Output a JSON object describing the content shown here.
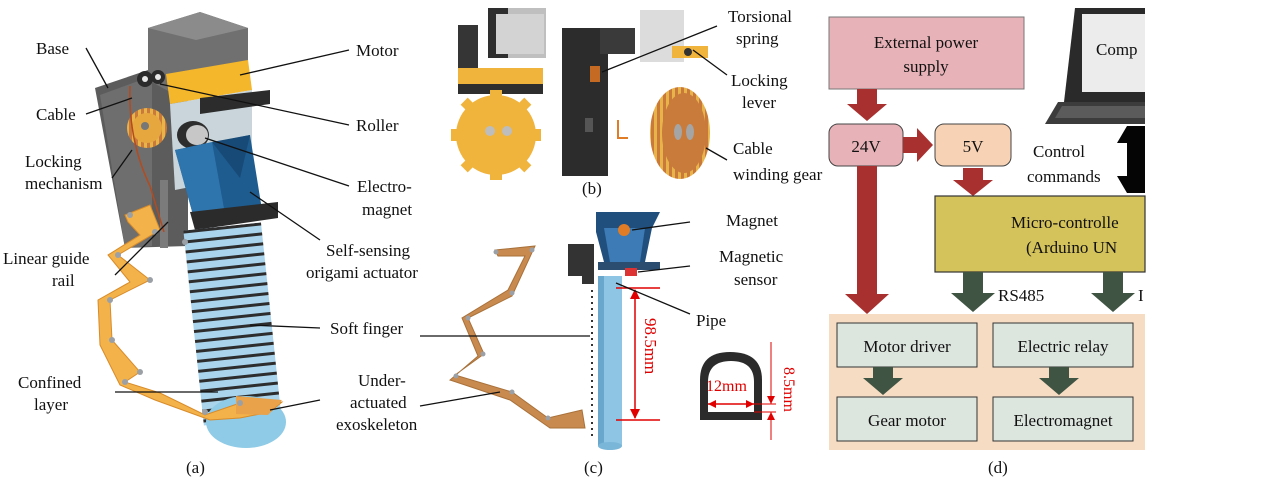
{
  "panel_a": {
    "caption": "(a)",
    "labels": {
      "base": "Base",
      "cable": "Cable",
      "locking_1": "Locking",
      "locking_2": "mechanism",
      "guide_1": "Linear guide",
      "guide_2": "rail",
      "confined_1": "Confined",
      "confined_2": "layer",
      "motor": "Motor",
      "roller": "Roller",
      "electro_1": "Electro-",
      "electro_2": "magnet",
      "actuator_1": "Self-sensing",
      "actuator_2": "origami actuator",
      "soft_finger": "Soft finger",
      "under_1": "Under-",
      "under_2": "actuated",
      "under_3": "exoskeleton"
    }
  },
  "panel_b": {
    "caption": "(b)",
    "labels": {
      "torsional_1": "Torsional",
      "torsional_2": "spring",
      "locking_1": "Locking",
      "locking_2": "lever",
      "cable_1": "Cable",
      "cable_2": "winding gear"
    }
  },
  "panel_c": {
    "caption": "(c)",
    "labels": {
      "magnet": "Magnet",
      "sensor_1": "Magnetic",
      "sensor_2": "sensor",
      "pipe": "Pipe",
      "dim_length": "98.5mm",
      "dim_width": "12mm",
      "dim_height": "8.5mm"
    }
  },
  "panel_d": {
    "caption": "(d)",
    "blocks": {
      "power_1": "External power",
      "power_2": "supply",
      "v24": "24V",
      "v5": "5V",
      "computer": "Comp",
      "control_1": "Control",
      "control_2": "commands",
      "mcu_1": "Micro-controlle",
      "mcu_2": "(Arduino UN",
      "rs485": "RS485",
      "io_fragment": "I",
      "motor_driver": "Motor driver",
      "electric_relay": "Electric relay",
      "gear_motor": "Gear motor",
      "electromagnet": "Electromagnet"
    },
    "colors": {
      "power_fill": "#e7b3b8",
      "v5_fill": "#f8d2b5",
      "mcu_fill": "#d4c25a",
      "actuation_bg": "#f7dcc4",
      "module_fill": "#dde5df",
      "power_arrow": "#a8302f",
      "signal_arrow": "#3f5443"
    }
  }
}
